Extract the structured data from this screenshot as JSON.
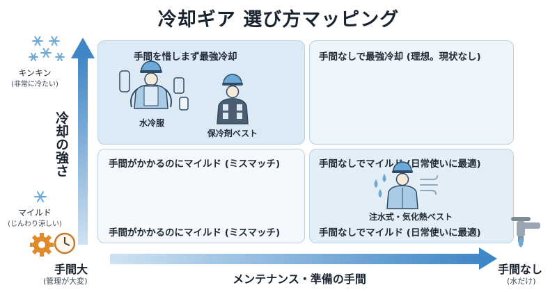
{
  "title": "冷却ギア 選び方マッピング",
  "axes": {
    "y_label": "冷却の強さ",
    "x_label": "メンテナンス・準備の手間",
    "y_top_label": "キンキン",
    "y_top_sub": "(非常に冷たい)",
    "y_mid_label": "マイルド",
    "y_mid_sub": "(じんわり涼しい)",
    "x_left_label": "手間大",
    "x_left_sub": "(管理が大変)",
    "x_right_label": "手間なし",
    "x_right_sub": "(水だけ)"
  },
  "quadrants": {
    "top_left": {
      "title": "手間を惜しまず最強冷却",
      "items": [
        "水冷服",
        "保冷剤ベスト"
      ]
    },
    "top_right": {
      "title": "手間なしで最強冷却 (理想。現状なし)"
    },
    "bottom_left": {
      "title": "手間がかかるのにマイルド (ミスマッチ)",
      "footer": "手間がかかるのにマイルド (ミスマッチ)"
    },
    "bottom_right": {
      "title": "手間なしでマイルド (日常使いに最適)",
      "item": "注水式・気化熱ベスト",
      "footer": "手間なしでマイルド (日常使いに最適)"
    }
  },
  "colors": {
    "arrow": "#4d8fc9",
    "quadrant_border": "#b9d3e6",
    "gear": "#e08a2c",
    "snowflake": "#6aa9d8"
  },
  "icons": [
    "snowflake-icon",
    "gear-icon",
    "clock-icon",
    "faucet-icon",
    "worker-icon",
    "water-drop-icon",
    "wind-icon"
  ]
}
